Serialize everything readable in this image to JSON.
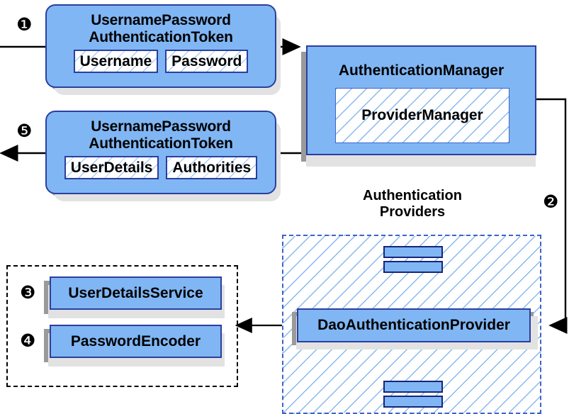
{
  "diagram": {
    "title_caption": {
      "line1": "Authentication",
      "line2": "Providers"
    },
    "markers": {
      "one": "❶",
      "two": "❷",
      "three": "❸",
      "four": "❹",
      "five": "❺"
    },
    "request_token": {
      "title_line1": "UsernamePassword",
      "title_line2": "AuthenticationToken",
      "slots": [
        "Username",
        "Password"
      ]
    },
    "response_token": {
      "title_line1": "UsernamePassword",
      "title_line2": "AuthenticationToken",
      "slots": [
        "UserDetails",
        "Authorities"
      ]
    },
    "authentication_manager": {
      "title": "AuthenticationManager",
      "inner": "ProviderManager"
    },
    "providers": {
      "main": "DaoAuthenticationProvider",
      "bar_count_top": 2,
      "bar_count_bottom": 2
    },
    "dependencies": [
      {
        "label": "UserDetailsService"
      },
      {
        "label": "PasswordEncoder"
      }
    ],
    "colors": {
      "node_fill": "#80b6f4",
      "node_border": "#2b3f9e",
      "hatch_line": "#86b9f0",
      "shadow_dark": "#9a9a9a",
      "shadow_light": "#e2e2e2",
      "dashed_blue": "#3f63c8",
      "dashed_black": "#000000",
      "arrow": "#000000"
    }
  }
}
